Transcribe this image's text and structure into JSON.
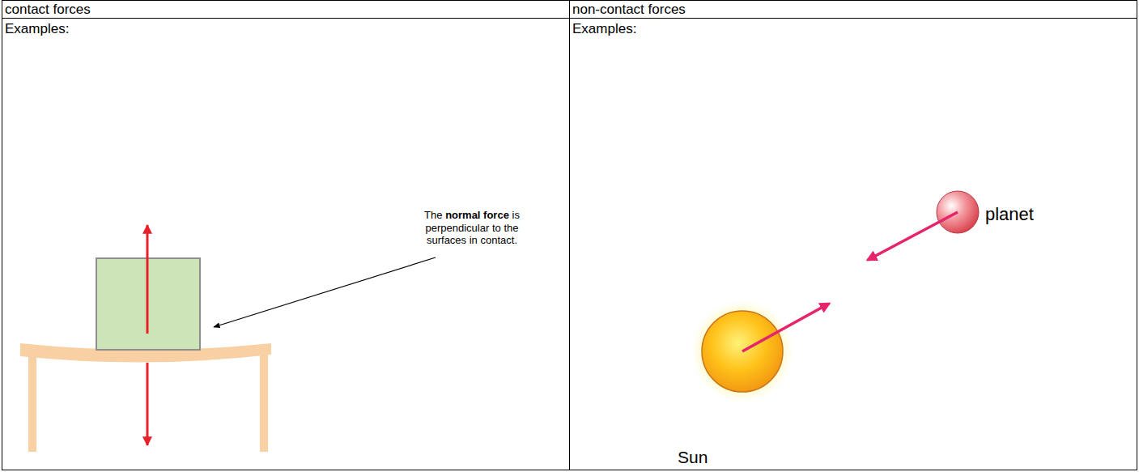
{
  "diagram": {
    "labels": [
      "contact forces",
      "non-contact forces",
      "Examples:",
      "Examples:",
      "The normal force is perpendicular to the surfaces in contact.",
      "planet",
      "Sun"
    ]
  }
}
